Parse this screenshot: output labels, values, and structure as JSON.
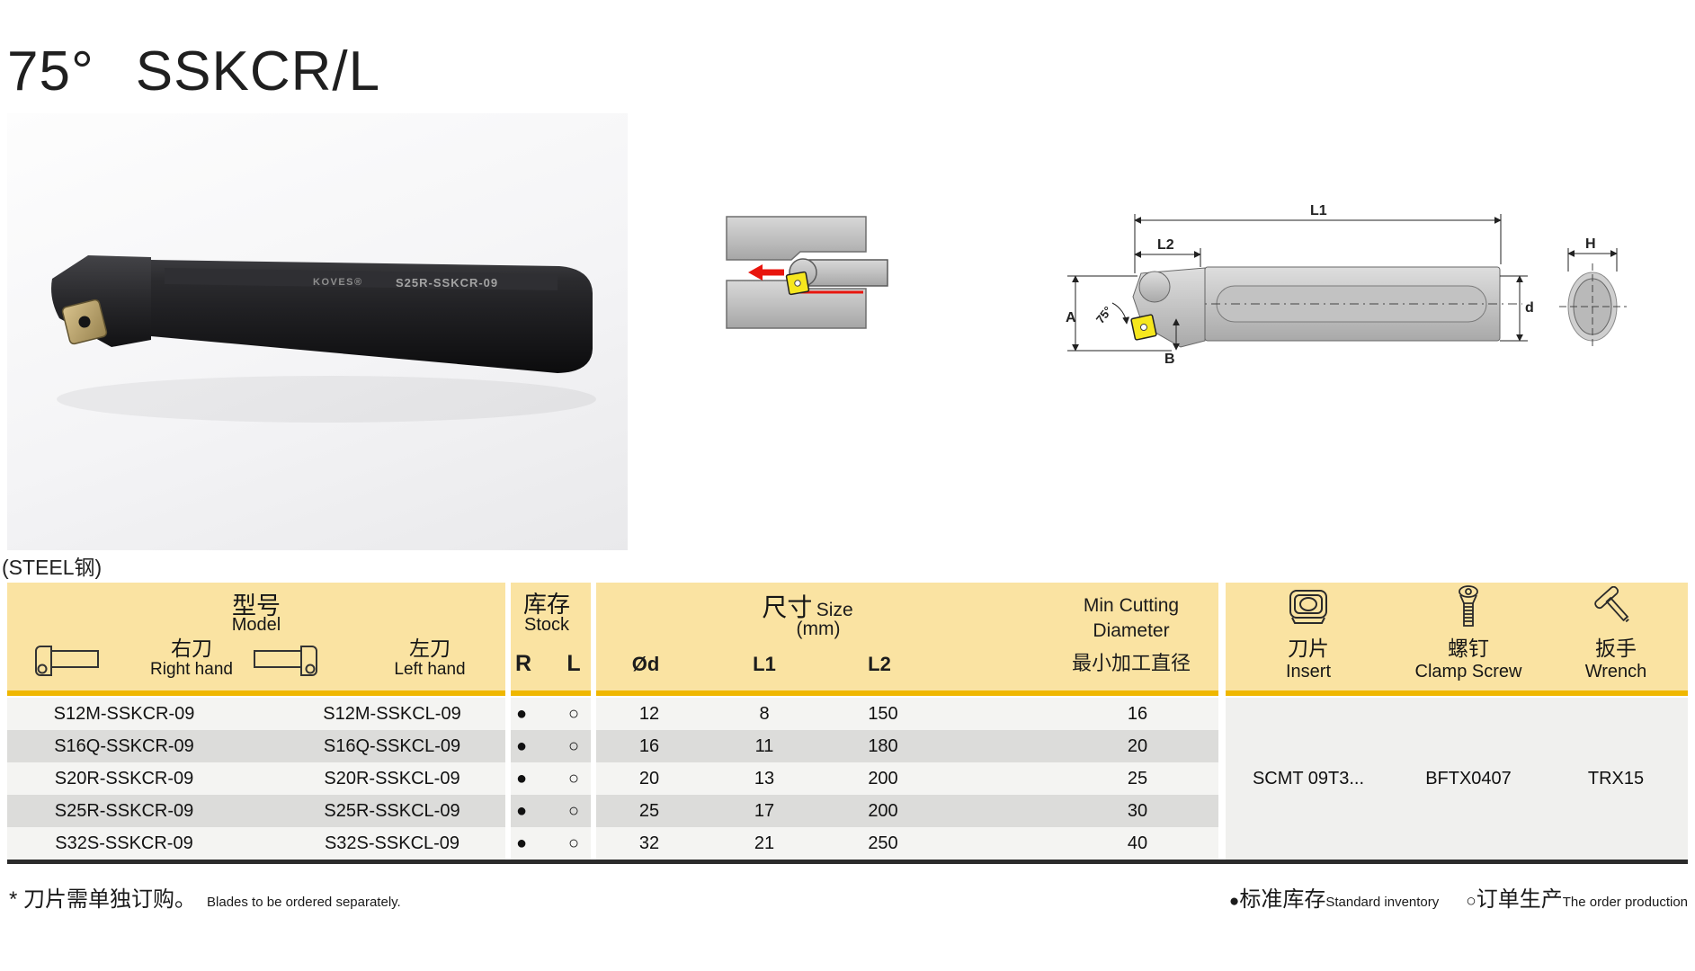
{
  "page": {
    "title_angle": "75°",
    "title_code": "SSKCR/L",
    "material_label": "(STEEL钢)"
  },
  "photo": {
    "brand": "KOVES®",
    "marking": "S25R-SSKCR-09"
  },
  "dimension_labels": {
    "l1": "L1",
    "l2": "L2",
    "a": "A",
    "b": "B",
    "angle": "75°",
    "d": "d",
    "h": "H"
  },
  "table": {
    "header": {
      "model_cn": "型号",
      "model_en": "Model",
      "right_cn": "右刀",
      "right_en": "Right hand",
      "left_cn": "左刀",
      "left_en": "Left hand",
      "stock_cn": "库存",
      "stock_en": "Stock",
      "r": "R",
      "l": "L",
      "size_cn": "尺寸",
      "size_en": "Size",
      "size_unit": "(mm)",
      "dia": "Ød",
      "len1": "L1",
      "len2": "L2",
      "min1": "Min Cutting",
      "min2": "Diameter",
      "min3": "最小加工直径",
      "insert_cn": "刀片",
      "insert_en": "Insert",
      "screw_cn": "螺钉",
      "screw_en": "Clamp Screw",
      "wrench_cn": "扳手",
      "wrench_en": "Wrench"
    },
    "rows": [
      {
        "right": "S12M-SSKCR-09",
        "left": "S12M-SSKCL-09",
        "stock_r": "●",
        "stock_l": "○",
        "d": "12",
        "l1": "8",
        "l2": "150",
        "min": "16"
      },
      {
        "right": "S16Q-SSKCR-09",
        "left": "S16Q-SSKCL-09",
        "stock_r": "●",
        "stock_l": "○",
        "d": "16",
        "l1": "11",
        "l2": "180",
        "min": "20"
      },
      {
        "right": "S20R-SSKCR-09",
        "left": "S20R-SSKCL-09",
        "stock_r": "●",
        "stock_l": "○",
        "d": "20",
        "l1": "13",
        "l2": "200",
        "min": "25"
      },
      {
        "right": "S25R-SSKCR-09",
        "left": "S25R-SSKCL-09",
        "stock_r": "●",
        "stock_l": "○",
        "d": "25",
        "l1": "17",
        "l2": "200",
        "min": "30"
      },
      {
        "right": "S32S-SSKCR-09",
        "left": "S32S-SSKCL-09",
        "stock_r": "●",
        "stock_l": "○",
        "d": "32",
        "l1": "21",
        "l2": "250",
        "min": "40"
      }
    ],
    "shared": {
      "insert": "SCMT 09T3...",
      "screw": "BFTX0407",
      "wrench": "TRX15"
    }
  },
  "footer": {
    "note_cn": "* 刀片需单独订购。",
    "note_en": "Blades to be ordered separately.",
    "std_dot": "●",
    "std_cn": "标准库存",
    "std_en": "Standard inventory",
    "ord_dot": "○",
    "ord_cn": "订单生产",
    "ord_en": "The order production"
  },
  "colors": {
    "header_bg": "#FAE3A2",
    "header_underline": "#EFB700",
    "row_light": "#F4F4F2",
    "row_dark": "#DCDCDA",
    "merged_bg": "#F0F0EE",
    "bottom_border": "#2B2B2B",
    "accent_red": "#E8150D",
    "insert_yellow": "#F6E71E"
  }
}
